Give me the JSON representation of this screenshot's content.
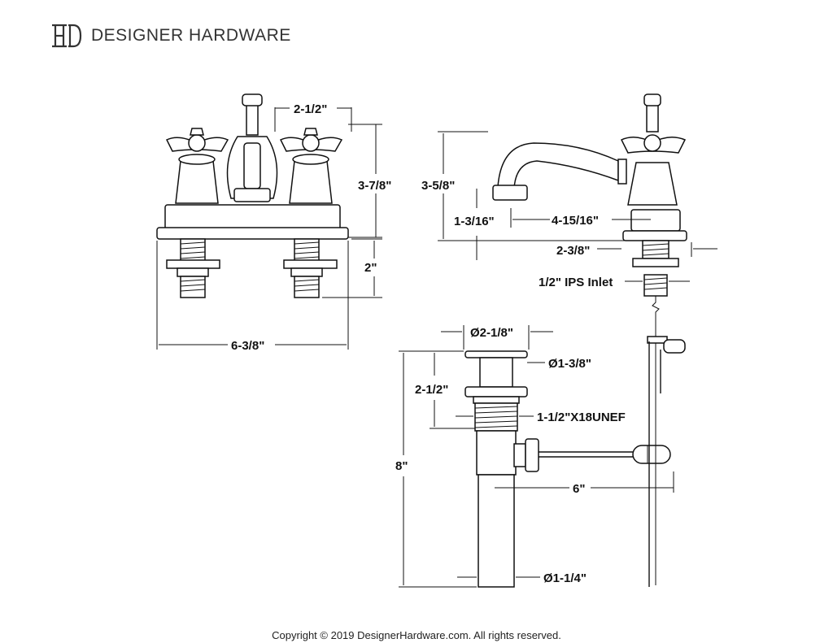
{
  "brand": {
    "name": "DESIGNER HARDWARE",
    "logo_icon": "dh-monogram-icon"
  },
  "front_view": {
    "dim_handle_spacing": "2-1/2\"",
    "dim_height": "3-7/8\"",
    "dim_shank": "2\"",
    "dim_width": "6-3/8\""
  },
  "side_view": {
    "dim_spout_height": "3-5/8\"",
    "dim_spout_clearance": "1-3/16\"",
    "dim_spout_reach": "4-15/16\"",
    "dim_base_depth": "2-3/8\"",
    "inlet_label": "1/2\" IPS Inlet"
  },
  "drain_view": {
    "dim_flange_diameter": "Ø2-1/8\"",
    "dim_stopper_diameter": "Ø1-3/8\"",
    "dim_flange_height": "2-1/2\"",
    "dim_thread": "1-1/2\"X18UNEF",
    "dim_total_height": "8\"",
    "dim_lift_rod": "6\"",
    "dim_tailpiece_diameter": "Ø1-1/4\""
  },
  "footer": {
    "copyright": "Copyright © 2019 DesignerHardware.com. All rights reserved."
  }
}
